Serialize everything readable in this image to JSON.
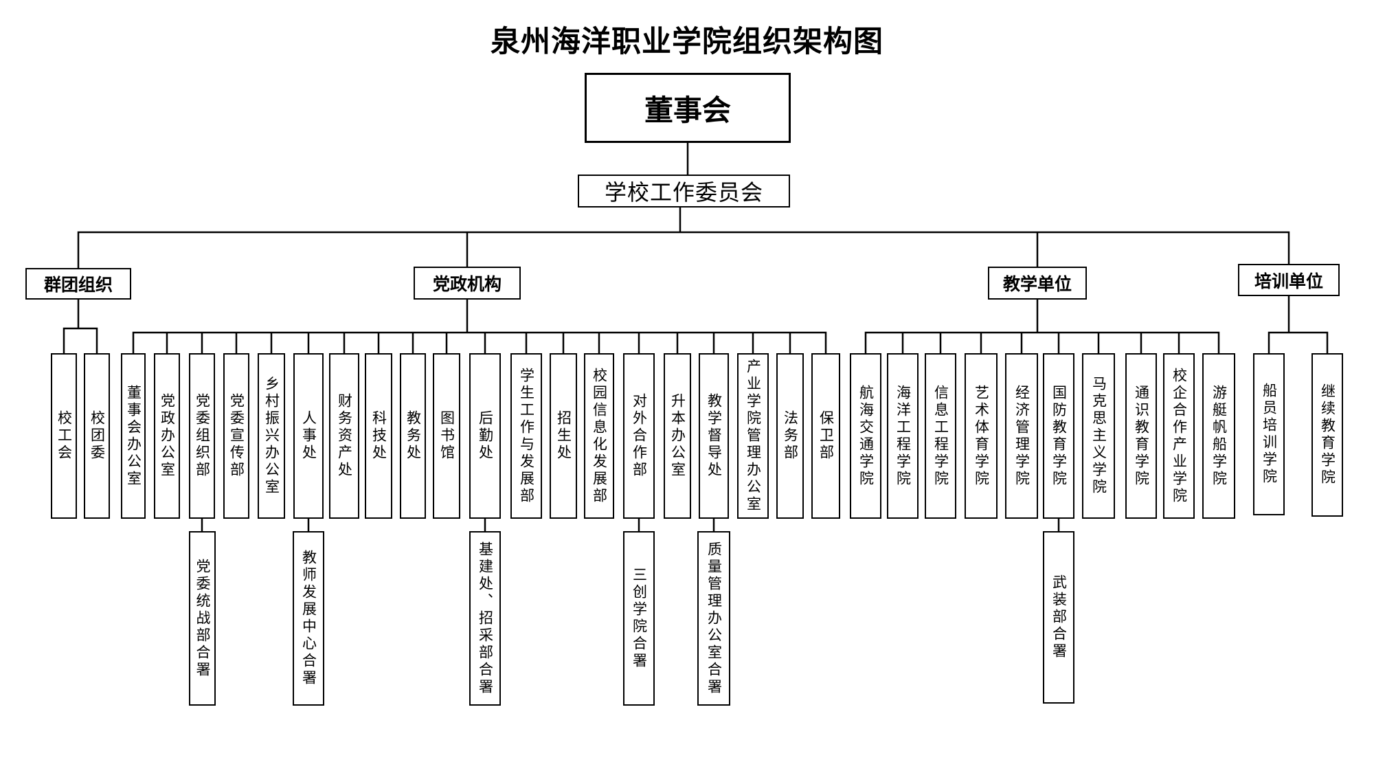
{
  "title": "泉州海洋职业学院组织架构图",
  "board": "董事会",
  "committee": "学校工作委员会",
  "categories": [
    {
      "label": "群团组织",
      "units": [
        {
          "name": "校工会"
        },
        {
          "name": "校团委"
        }
      ]
    },
    {
      "label": "党政机构",
      "units": [
        {
          "name": "董事会办公室"
        },
        {
          "name": "党政办公室"
        },
        {
          "name": "党委组织部",
          "merged": "党委统战部合署"
        },
        {
          "name": "党委宣传部"
        },
        {
          "name": "乡村振兴办公室"
        },
        {
          "name": "人事处",
          "merged": "教师发展中心合署"
        },
        {
          "name": "财务资产处"
        },
        {
          "name": "科技处"
        },
        {
          "name": "教务处"
        },
        {
          "name": "图书馆"
        },
        {
          "name": "后勤处",
          "merged": "基建处、招采部合署"
        },
        {
          "name": "学生工作与发展部"
        },
        {
          "name": "招生处"
        },
        {
          "name": "校园信息化发展部"
        },
        {
          "name": "对外合作部",
          "merged": "三创学院合署"
        },
        {
          "name": "升本办公室"
        },
        {
          "name": "教学督导处",
          "merged": "质量管理办公室合署"
        },
        {
          "name": "产业学院管理办公室"
        },
        {
          "name": "法务部"
        },
        {
          "name": "保卫部"
        }
      ]
    },
    {
      "label": "教学单位",
      "units": [
        {
          "name": "航海交通学院"
        },
        {
          "name": "海洋工程学院"
        },
        {
          "name": "信息工程学院"
        },
        {
          "name": "艺术体育学院"
        },
        {
          "name": "经济管理学院"
        },
        {
          "name": "国防教育学院",
          "merged": "武装部合署"
        },
        {
          "name": "马克思主义学院"
        },
        {
          "name": "通识教育学院"
        },
        {
          "name": "校企合作产业学院"
        },
        {
          "name": "游艇帆船学院"
        }
      ]
    },
    {
      "label": "培训单位",
      "units": [
        {
          "name": "船员培训学院"
        },
        {
          "name": "继续教育学院"
        }
      ]
    }
  ]
}
